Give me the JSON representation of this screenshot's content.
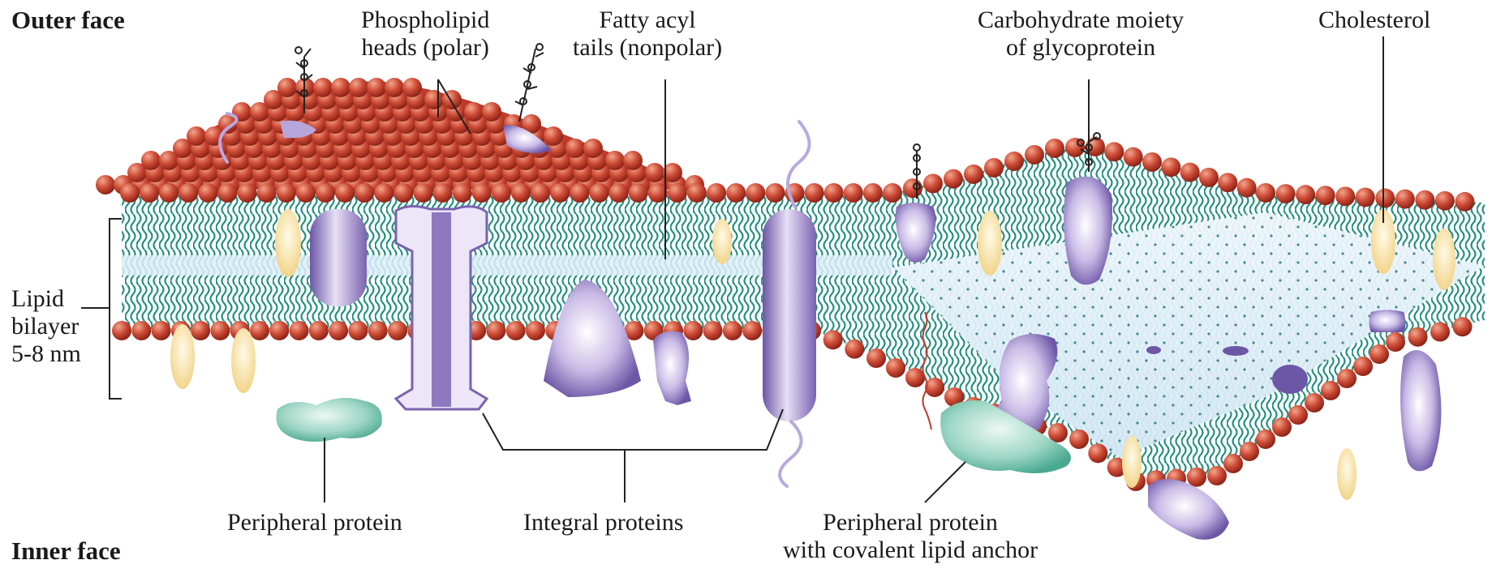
{
  "faces": {
    "outer": "Outer face",
    "inner": "Inner face"
  },
  "labels": {
    "phospholipid_heads": [
      "Phospholipid",
      "heads (polar)"
    ],
    "fatty_acyl_tails": [
      "Fatty acyl",
      "tails (nonpolar)"
    ],
    "carbohydrate_moiety": [
      "Carbohydrate moiety",
      "of glycoprotein"
    ],
    "cholesterol": "Cholesterol",
    "lipid_bilayer": [
      "Lipid",
      "bilayer",
      "5-8 nm"
    ],
    "peripheral_protein": "Peripheral protein",
    "integral_proteins": "Integral proteins",
    "peripheral_protein_anchor": [
      "Peripheral protein",
      "with covalent lipid anchor"
    ]
  },
  "colors": {
    "head_fill": "#c0392b",
    "head_highlight": "#f3a58c",
    "tail_stroke": "#1e8f7e",
    "core_fill": "#dcedf8",
    "integral_protein": "#8e78c0",
    "peripheral_protein": "#7fcab6",
    "cholesterol": "#f8e2a4",
    "label_line": "#222222"
  }
}
